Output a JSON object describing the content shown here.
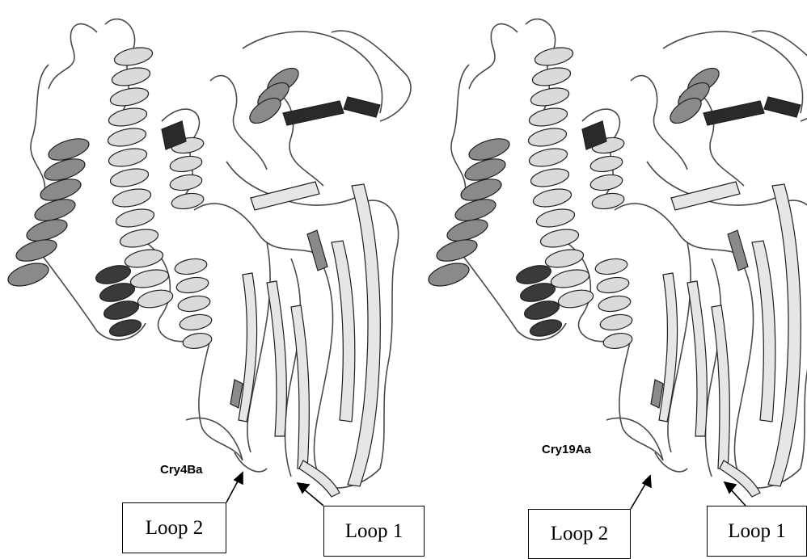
{
  "panels": [
    {
      "protein_label": "Cry4Ba",
      "loops": [
        {
          "label": "Loop 2"
        },
        {
          "label": "Loop 1"
        }
      ]
    },
    {
      "protein_label": "Cry19Aa",
      "loops": [
        {
          "label": "Loop 2"
        },
        {
          "label": "Loop 1"
        }
      ]
    }
  ],
  "colors": {
    "helix_dark": "#3a3a3a",
    "helix_mid": "#8a8a8a",
    "helix_light": "#dadada",
    "strand_light": "#e6e6e6",
    "coil": "#4a4a4a",
    "background": "#ffffff"
  }
}
